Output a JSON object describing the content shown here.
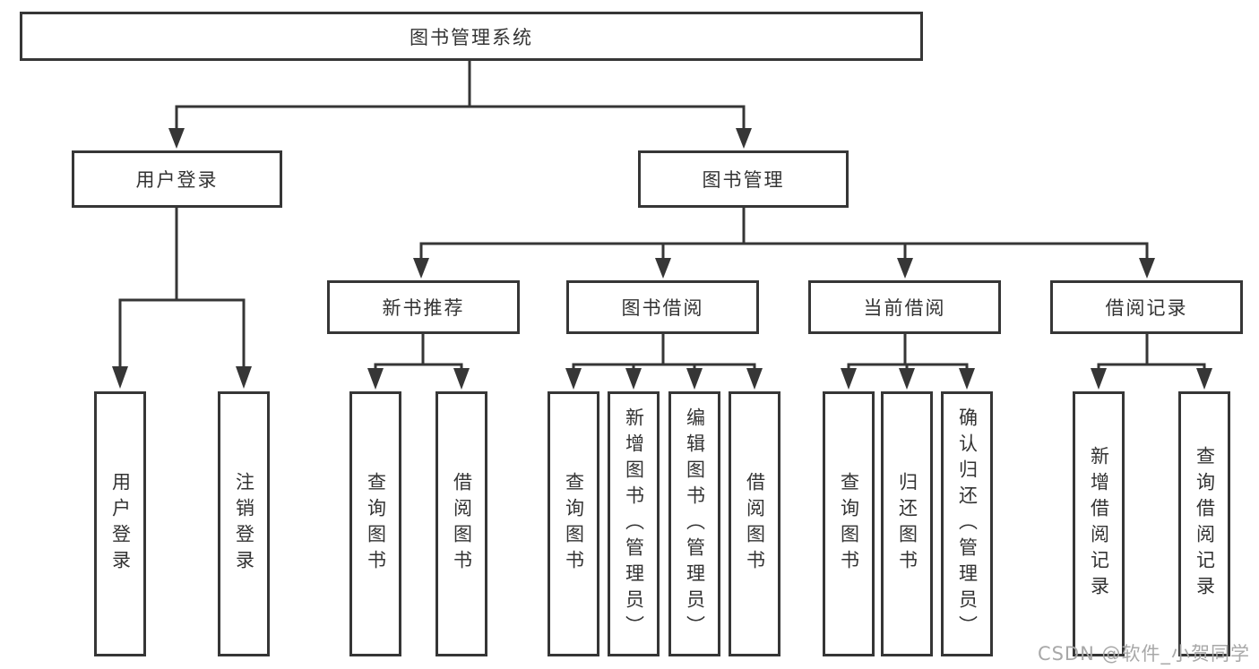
{
  "tree": {
    "root": {
      "label": "图书管理系统"
    },
    "branches": [
      {
        "label": "用户登录",
        "leaves": [
          {
            "label": "用户登录"
          },
          {
            "label": "注销登录"
          }
        ]
      },
      {
        "label": "图书管理",
        "sections": [
          {
            "label": "新书推荐",
            "leaves": [
              {
                "label": "查询图书"
              },
              {
                "label": "借阅图书"
              }
            ]
          },
          {
            "label": "图书借阅",
            "leaves": [
              {
                "label": "查询图书"
              },
              {
                "label": "新增图书（管理员）"
              },
              {
                "label": "编辑图书（管理员）"
              },
              {
                "label": "借阅图书"
              }
            ]
          },
          {
            "label": "当前借阅",
            "leaves": [
              {
                "label": "查询图书"
              },
              {
                "label": "归还图书"
              },
              {
                "label": "确认归还（管理员）"
              }
            ]
          },
          {
            "label": "借阅记录",
            "leaves": [
              {
                "label": "新增借阅记录"
              },
              {
                "label": "查询借阅记录"
              }
            ]
          }
        ]
      }
    ]
  },
  "watermark": {
    "text": "CSDN @软件_小贺同学"
  },
  "colors": {
    "line": "#363636",
    "text": "#333333",
    "watermark": "#a8a8a8",
    "background": "#ffffff"
  }
}
